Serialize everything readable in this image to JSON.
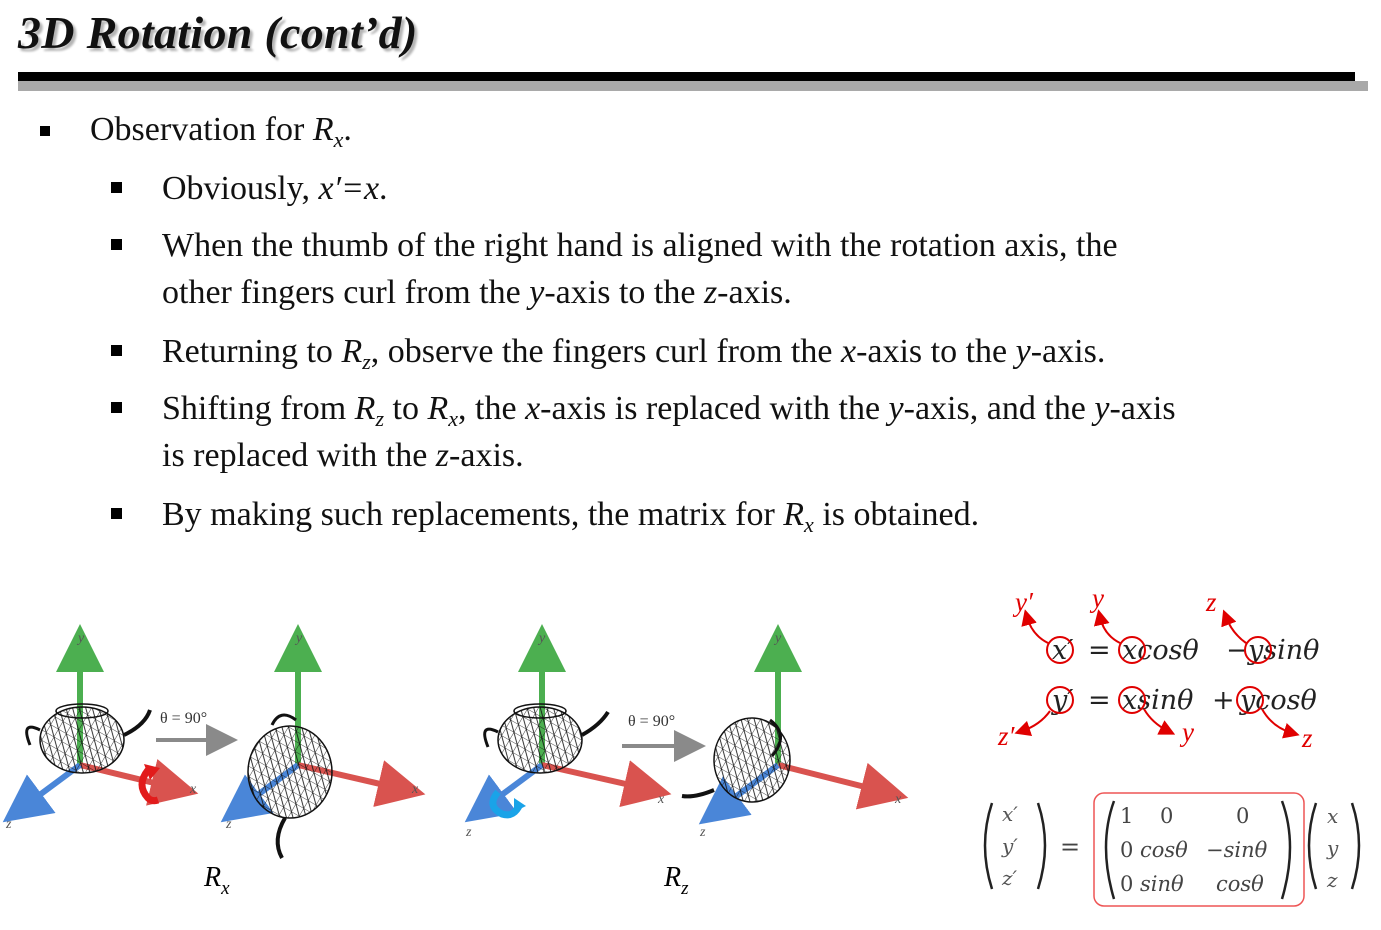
{
  "title": "3D Rotation (cont’d)",
  "bullets": {
    "b1": {
      "pre": "Observation for ",
      "var": "R",
      "sub": "x",
      "post": "."
    },
    "b2": {
      "pre": "Obviously, ",
      "expr": "x′=x",
      "post": "."
    },
    "b3": {
      "line1": "When the thumb of the right hand is aligned with the rotation axis, the",
      "l2a": "other fingers curl from the ",
      "y": "y",
      "l2b": "-axis to the ",
      "z": "z",
      "l2c": "-axis."
    },
    "b4": {
      "a": "Returning to ",
      "var": "R",
      "sub": "z",
      "b": ", observe the fingers curl from the ",
      "x": "x",
      "c": "-axis to the ",
      "y": "y",
      "d": "-axis."
    },
    "b5": {
      "a": "Shifting from ",
      "v1": "R",
      "s1": "z",
      "b": " to ",
      "v2": "R",
      "s2": "x",
      "c": ", the ",
      "x": "x",
      "d": "-axis is replaced with the ",
      "y1": "y",
      "e": "-axis, and the ",
      "y2": "y",
      "f": "-axis",
      "g": "is replaced with the ",
      "z": "z",
      "h": "-axis."
    },
    "b6": {
      "a": "By making such replacements, the matrix for ",
      "var": "R",
      "sub": "x",
      "b": " is obtained."
    }
  },
  "figures": {
    "angle_label": "θ = 90°",
    "axis_x": "x",
    "axis_y": "y",
    "axis_z": "z",
    "caption_rx": {
      "var": "R",
      "sub": "x"
    },
    "caption_rz": {
      "var": "R",
      "sub": "z"
    }
  },
  "equations": {
    "eq1": {
      "lhs": "x′",
      "eq": "=",
      "t1": "xcosθ",
      "op": "−",
      "t2": "ysinθ"
    },
    "eq2": {
      "lhs": "y′",
      "eq": "=",
      "t1": "xsinθ",
      "op": "+",
      "t2": "ycosθ"
    },
    "annotations": {
      "y_prime": "y′",
      "y_top": "y",
      "z_top": "z",
      "z_prime": "z′",
      "y_bottom": "y",
      "z_bottom": "z"
    },
    "matrix": {
      "lhs": [
        "x′",
        "y′",
        "z′"
      ],
      "eq": "=",
      "rows": [
        [
          "1",
          "0",
          "0"
        ],
        [
          "0",
          "cosθ",
          "−sinθ"
        ],
        [
          "0",
          "sinθ",
          "cosθ"
        ]
      ],
      "rhs": [
        "x",
        "y",
        "z"
      ]
    }
  },
  "colors": {
    "annotation_red": "#e00000",
    "axis_x": "#d9534f",
    "axis_y": "#4caf50",
    "axis_z": "#4a86d8",
    "rotation_red": "#e21b1b",
    "rotation_cyan": "#1aa3e8",
    "arrow_gray": "#8a8a8a"
  }
}
